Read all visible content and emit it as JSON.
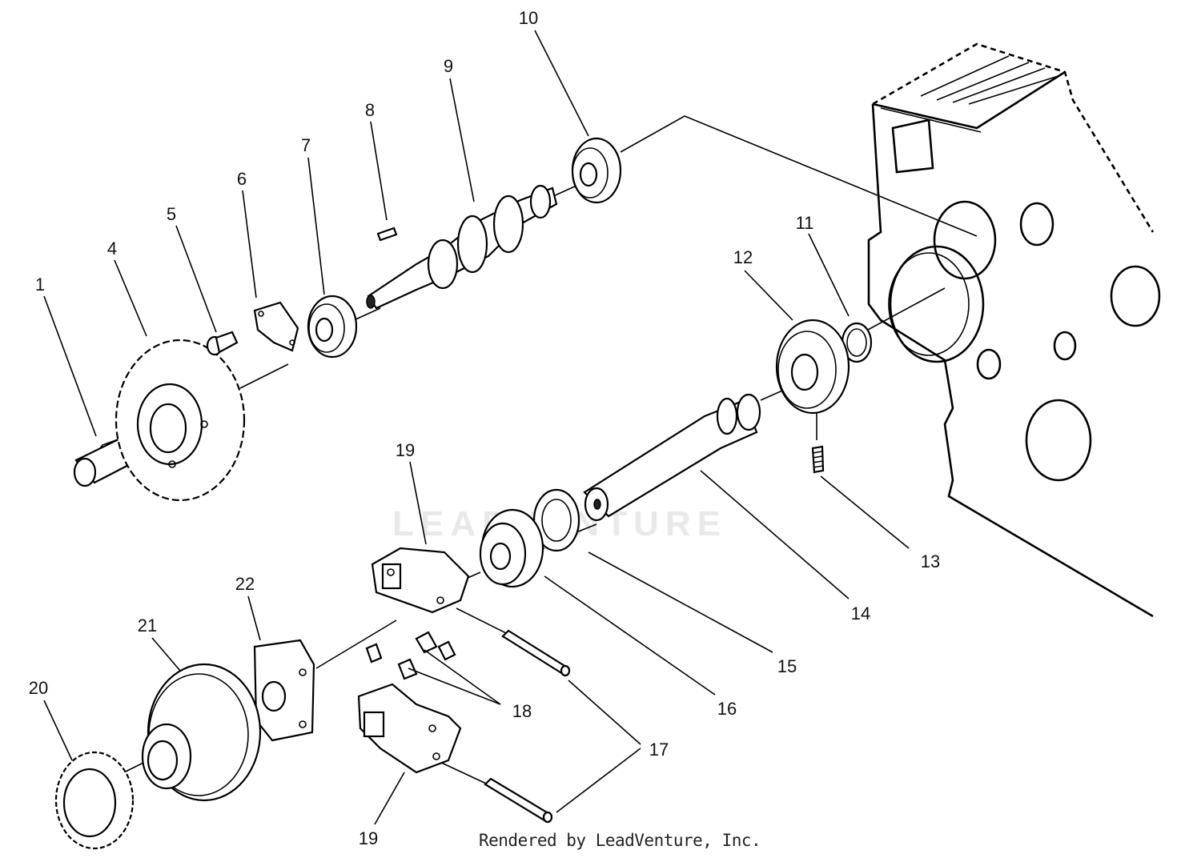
{
  "diagram": {
    "callouts": [
      {
        "label": "1"
      },
      {
        "label": "4"
      },
      {
        "label": "5"
      },
      {
        "label": "6"
      },
      {
        "label": "7"
      },
      {
        "label": "8"
      },
      {
        "label": "9"
      },
      {
        "label": "10"
      },
      {
        "label": "11"
      },
      {
        "label": "12"
      },
      {
        "label": "13"
      },
      {
        "label": "14"
      },
      {
        "label": "15"
      },
      {
        "label": "16"
      },
      {
        "label": "17"
      },
      {
        "label": "18"
      },
      {
        "label": "19"
      },
      {
        "label": "19"
      },
      {
        "label": "20"
      },
      {
        "label": "21"
      },
      {
        "label": "22"
      }
    ],
    "credit": "Rendered by LeadVenture, Inc.",
    "watermark": "LEADVENTURE"
  }
}
